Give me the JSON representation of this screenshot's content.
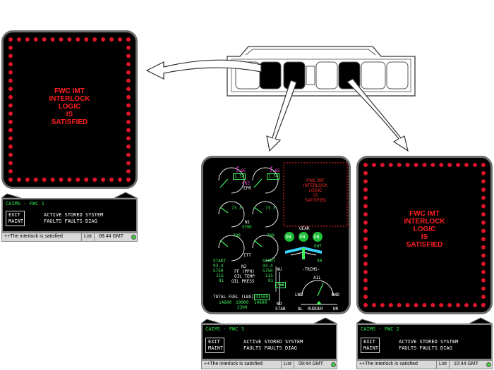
{
  "colors": {
    "red": "#ff2020",
    "green": "#3ef05a",
    "magenta": "#ff3bd4",
    "cyan": "#38d6ff",
    "panel_bg": "#000000",
    "bezel": "#6e6e6e"
  },
  "alert": {
    "lines": [
      "FWC IMT",
      "INTERLOCK",
      "LOGIC",
      "IS",
      "SATISFIED"
    ]
  },
  "windows": [
    {
      "title": "CAIMS - FWC 1",
      "exit": [
        "EXIT",
        "MAINT"
      ],
      "opts_top": "ACTIVE STORED SYSTEM",
      "opts_bot": "FAULTS FAULTS DIAG",
      "status": "++The interlock is satisfied",
      "list": "List",
      "time": "08:44 GMT"
    },
    {
      "title": "CAIMS - FWC 3",
      "exit": [
        "EXIT",
        "MAINT"
      ],
      "opts_top": "ACTIVE STORED SYSTEM",
      "opts_bot": "FAULTS FAULTS DIAG",
      "status": "++The interlock is satisfied",
      "list": "List",
      "time": "09:44 GMT"
    },
    {
      "title": "CAIMS - FWC 2",
      "exit": [
        "EXIT",
        "MAINT"
      ],
      "opts_top": "ACTIVE STORED SYSTEM",
      "opts_bot": "FAULTS FAULTS DIAG",
      "status": "++The interlock is satisfied",
      "list": "List",
      "time": "10:44 GMT"
    }
  ],
  "engine": {
    "epr": {
      "label": "EPR",
      "target_l": "1.65",
      "target_r": "1.65",
      "val_l": "1.54",
      "val_r": "1.54",
      "mode_l": "CRZ"
    },
    "n1": {
      "label": "N1",
      "sync": "SYNC",
      "val_l": "73.3",
      "val_r": "73.3"
    },
    "itt": {
      "label": "ITT",
      "val_l": "789",
      "val_r": "789"
    },
    "start_l": "START",
    "start_r": "START",
    "n2": {
      "label": "N2",
      "l": "93.4",
      "r": "93.4"
    },
    "ff": {
      "label": "FF (PPH)",
      "l": "5750",
      "r": "5750"
    },
    "oil_temp": {
      "label": "OIL TEMP",
      "l": "115",
      "r": "115"
    },
    "oil_press": {
      "label": "OIL PRESS",
      "l": "81",
      "r": "81"
    },
    "fuel": {
      "label": "TOTAL FUEL (LBS)",
      "total": "41500",
      "l": "14600",
      "c": "10000",
      "r": "14600",
      "aux": "2300"
    },
    "gear": {
      "label": "GEAR",
      "states": [
        "DN",
        "DN",
        "DN"
      ],
      "out": "OUT"
    },
    "flap": "30",
    "trims": {
      "label": "-TRIMS-",
      "nu": "NU",
      "nd": "ND",
      "stab": "STAB",
      "stab_val": "7.2",
      "ail": "AIL",
      "lwd": "LWD",
      "rwd": "RWD",
      "nl": "NL",
      "rudder": "RUDDER",
      "nr": "NR"
    }
  }
}
